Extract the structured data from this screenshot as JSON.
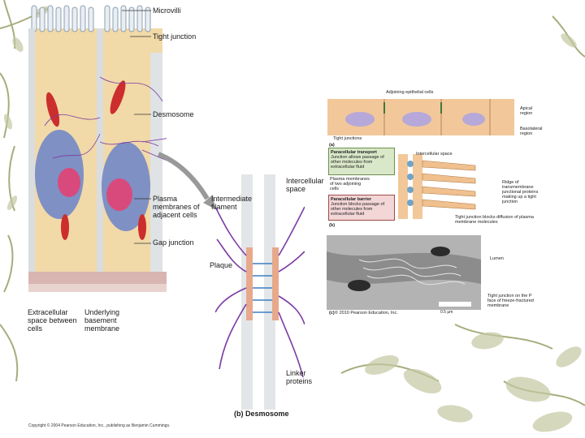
{
  "slide": {
    "background_color": "#ffffff",
    "vine_color": "#a6ad7d"
  },
  "figure_a": {
    "labels": {
      "microvilli": "Microvilli",
      "tight_junction": "Tight junction",
      "desmosome": "Desmosome",
      "plasma_membranes": "Plasma membranes of adjacent cells",
      "gap_junction": "Gap junction",
      "extracellular_space": "Extracellular space between cells",
      "basement_membrane": "Underlying basement membrane"
    },
    "credit": "Copyright © 2004 Pearson Education, Inc., publishing as Benjamin Cummings."
  },
  "figure_b": {
    "labels": {
      "intercellular_space": "Intercellular space",
      "intermediate_filament": "Intermediate filament",
      "plaque": "Plaque",
      "linker_proteins": "Linker proteins"
    },
    "caption": "(b) Desmosome"
  },
  "figure_c": {
    "labels": {
      "adjoining_cells": "Adjoining epithelial cells",
      "apical_region": "Apical region",
      "basolateral_region": "Basolateral region",
      "tight_junctions": "Tight junctions",
      "panel_a": "(a)",
      "intercellular_space": "Intercellular space",
      "paracellular_transport": "Paracellular transport",
      "paracellular_transport_text": "Junction allows passage of other molecules from extracellular fluid",
      "plasma_membranes": "Plasma membranes of two adjoining cells",
      "paracellular_barrier": "Paracellular barrier",
      "paracellular_barrier_text": "Junction blocks passage of other molecules from extracellular fluid",
      "ridge": "Ridge of transmembrane junctional proteins making up a tight junction",
      "blocks_diffusion": "Tight junction blocks diffusion of plasma membrane molecules",
      "panel_b": "(b)",
      "lumen": "Lumen",
      "freeze_fracture": "Tight junction on the P face of freeze-fractured membrane",
      "panel_c": "(c)",
      "scale_bar": "0.5 μm",
      "credit": "© 2010 Pearson Education, Inc."
    }
  }
}
